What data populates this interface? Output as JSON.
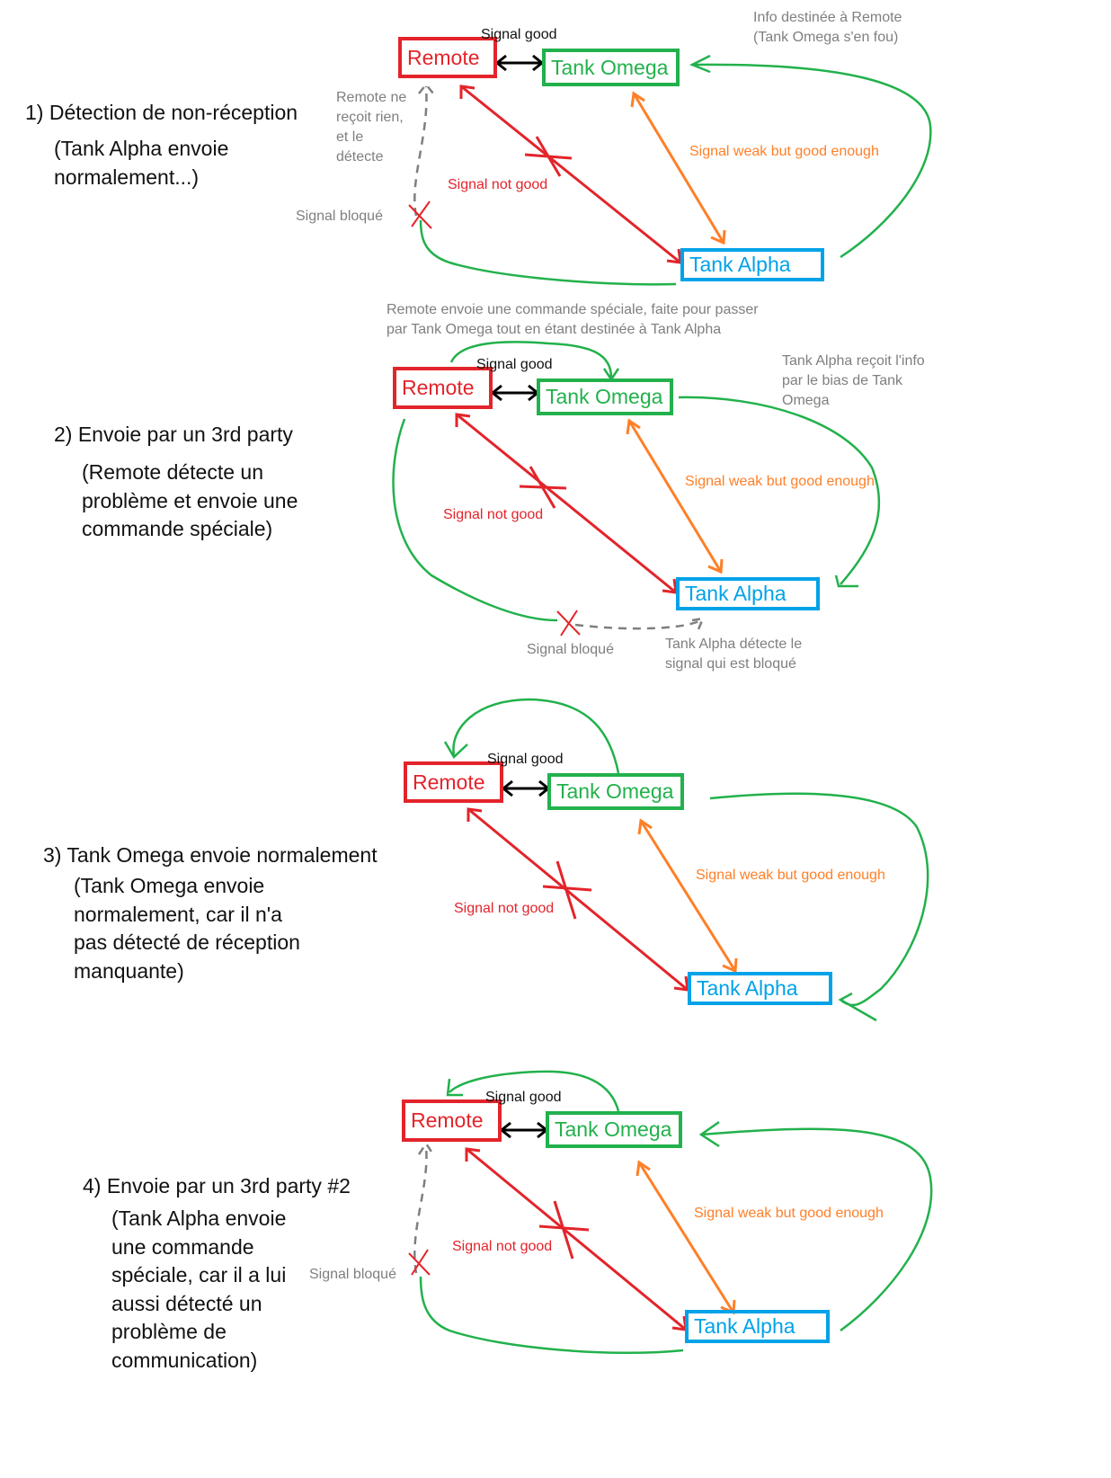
{
  "colors": {
    "remote": "#e3242b",
    "omega": "#22b14c",
    "alpha": "#00a2e8",
    "weak": "#ff7f27",
    "good": "#000000",
    "blocked": "#7f7f7f"
  },
  "panels": [
    {
      "title": "1) Détection de non-réception",
      "description": "(Tank Alpha envoie\nnormalement...)",
      "nodes": {
        "remote": "Remote",
        "omega": "Tank Omega",
        "alpha": "Tank Alpha"
      },
      "edges": {
        "good": "Signal good",
        "bad": "Signal not good",
        "weak": "Signal weak but good enough"
      },
      "notes": {
        "top": "Info destinée à Remote\n(Tank Omega s'en fou)",
        "side": "Remote ne\nreçoit rien,\net le\ndétecte",
        "blocked": "Signal bloqué"
      }
    },
    {
      "title": "2) Envoie par un 3rd party",
      "description": "(Remote détecte un\nproblème et envoie une\ncommande spéciale)",
      "nodes": {
        "remote": "Remote",
        "omega": "Tank Omega",
        "alpha": "Tank Alpha"
      },
      "edges": {
        "good": "Signal good",
        "bad": "Signal not good",
        "weak": "Signal weak but good enough"
      },
      "notes": {
        "top": "Remote envoie une commande spéciale, faite pour passer\npar Tank Omega tout en étant destinée à Tank Alpha",
        "right": "Tank Alpha reçoit l'info\npar le bias de Tank\nOmega",
        "blocked": "Signal bloqué",
        "bottom": "Tank Alpha détecte le\nsignal qui est bloqué"
      }
    },
    {
      "title": "3) Tank Omega envoie normalement",
      "description": "(Tank Omega envoie\nnormalement, car il n'a\npas détecté de réception\nmanquante)",
      "nodes": {
        "remote": "Remote",
        "omega": "Tank Omega",
        "alpha": "Tank Alpha"
      },
      "edges": {
        "good": "Signal good",
        "bad": "Signal not good",
        "weak": "Signal weak but good enough"
      }
    },
    {
      "title": "4) Envoie par un 3rd party #2",
      "description": "(Tank Alpha envoie\nune commande\nspéciale, car il a lui\naussi détecté un\nproblème de\ncommunication)",
      "nodes": {
        "remote": "Remote",
        "omega": "Tank Omega",
        "alpha": "Tank Alpha"
      },
      "edges": {
        "good": "Signal good",
        "bad": "Signal not good",
        "weak": "Signal weak but good enough"
      },
      "notes": {
        "blocked": "Signal bloqué"
      }
    }
  ]
}
